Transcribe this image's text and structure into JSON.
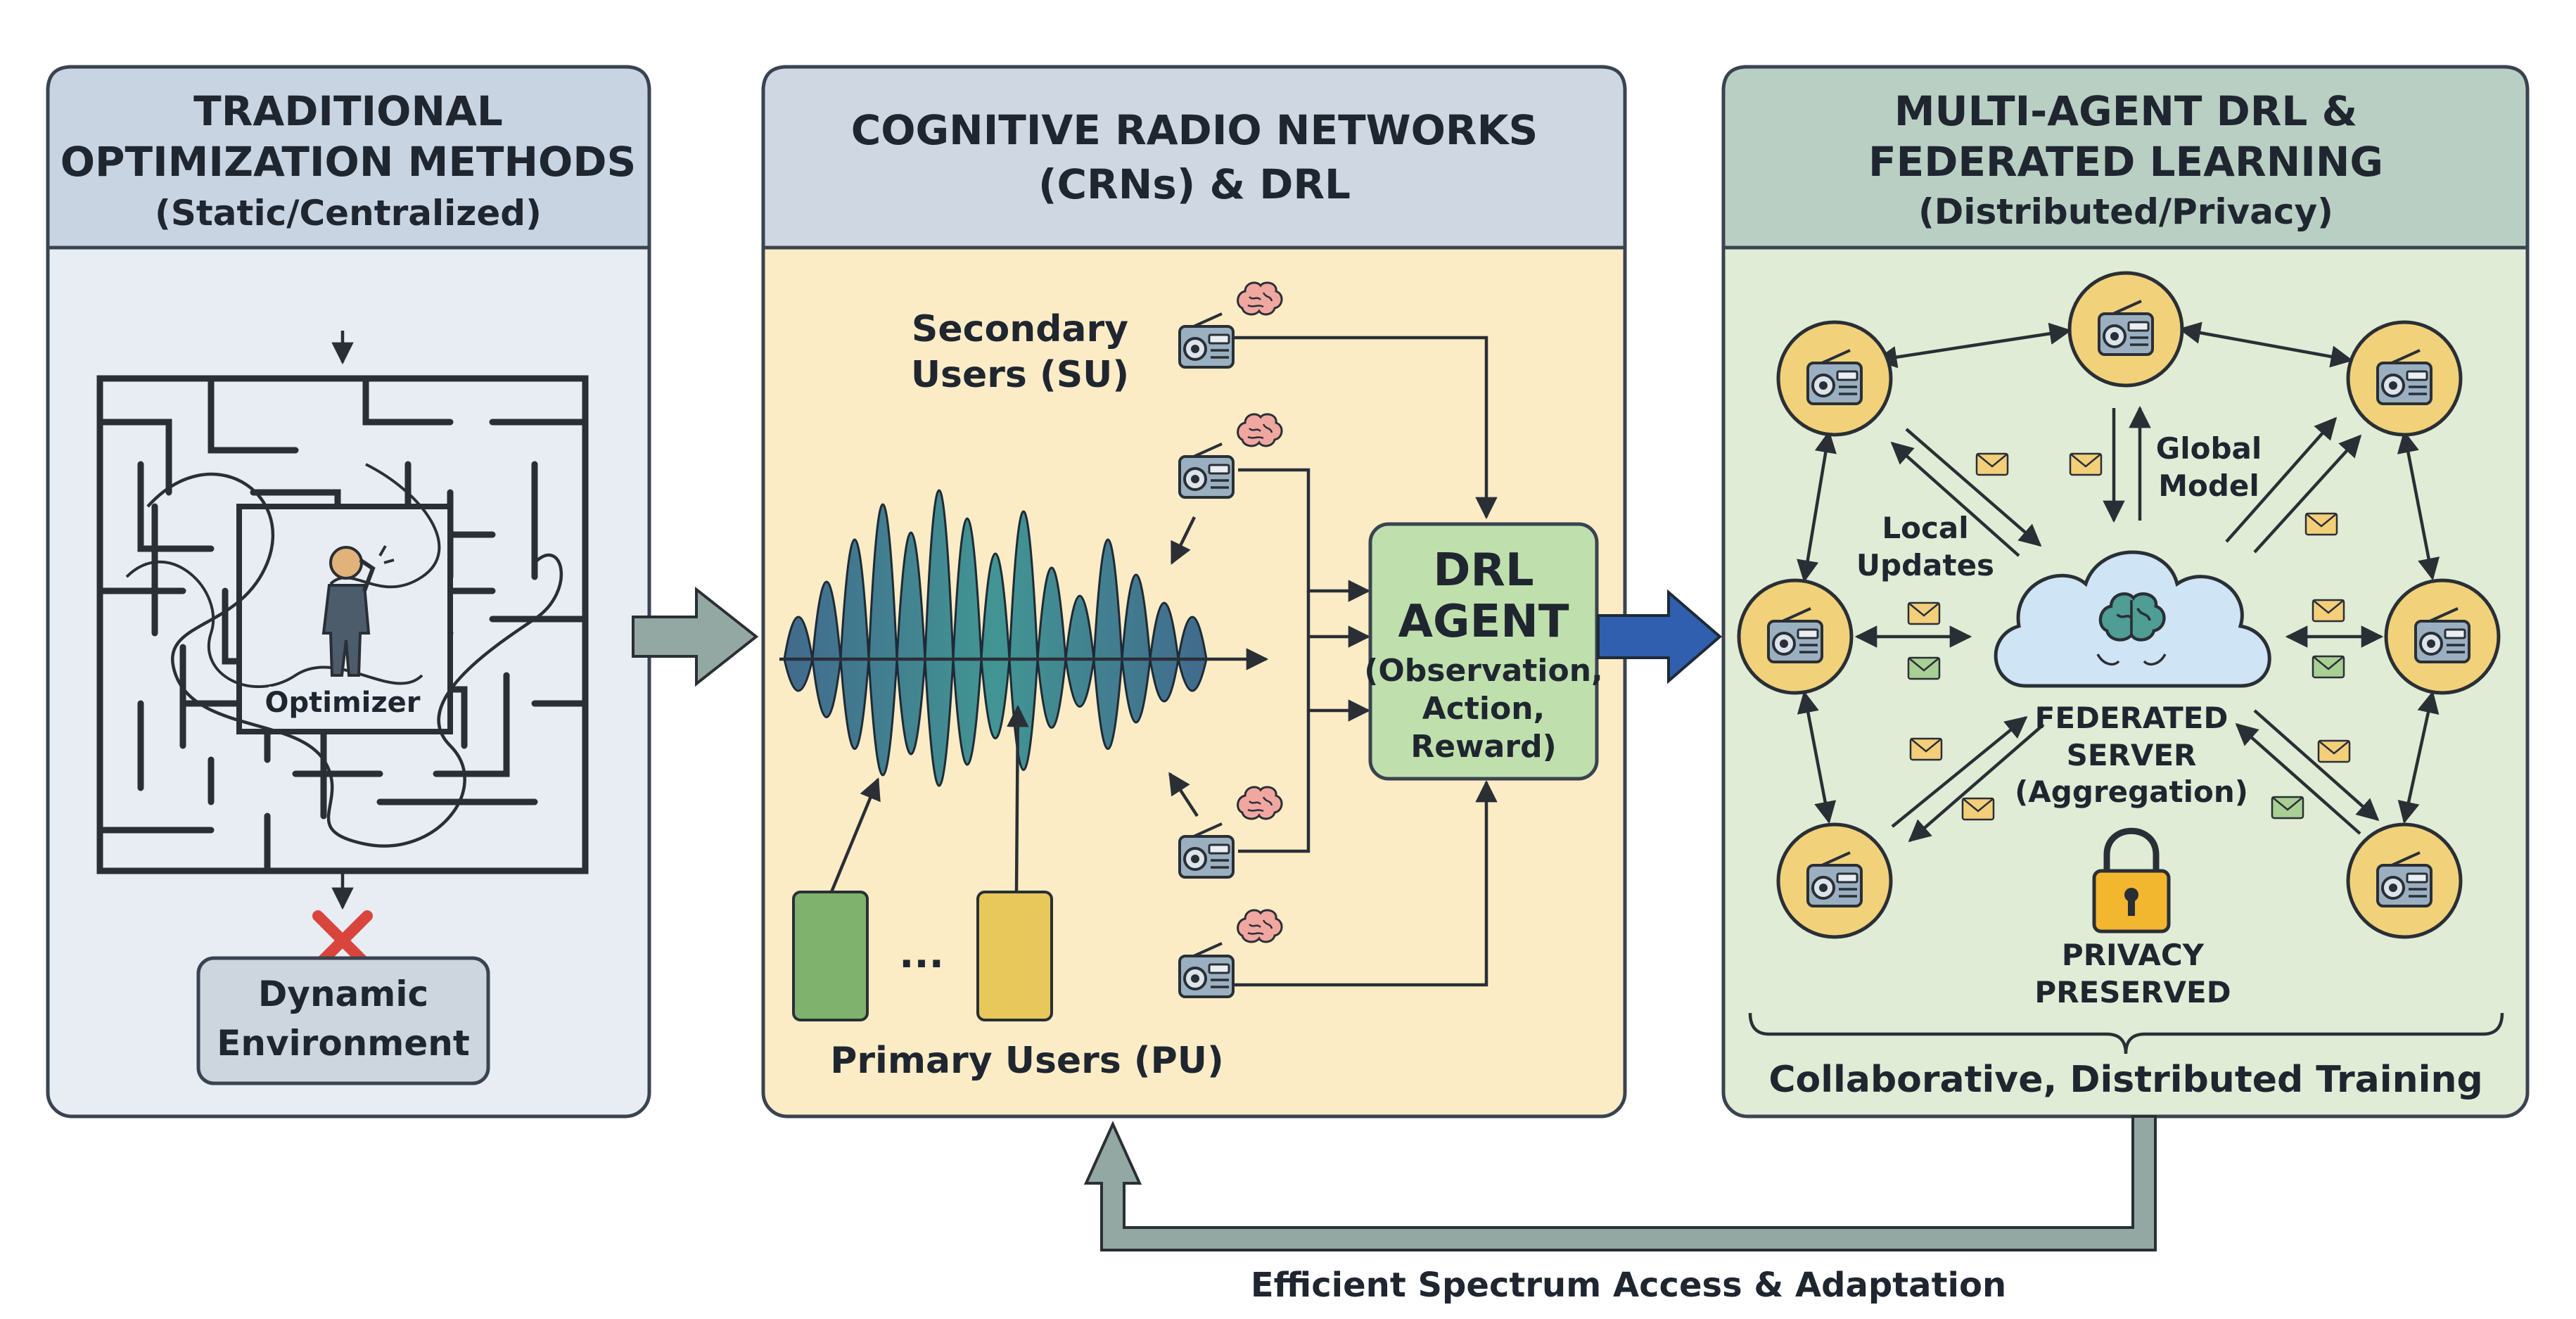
{
  "panels": {
    "left": {
      "title_lines": [
        "TRADITIONAL",
        "OPTIMIZATION METHODS",
        "(Static/Centralized)"
      ],
      "optimizer_label": "Optimizer",
      "env_lines": [
        "Dynamic",
        "Environment"
      ]
    },
    "middle": {
      "title_lines": [
        "COGNITIVE RADIO NETWORKS",
        "(CRNs) & DRL"
      ],
      "su_lines": [
        "Secondary",
        "Users (SU)"
      ],
      "pu_label": "Primary Users (PU)",
      "ellipsis": "...",
      "agent_lines": [
        "DRL",
        "AGENT",
        "(Observation,",
        "Action,",
        "Reward)"
      ]
    },
    "right": {
      "title_lines": [
        "MULTI-AGENT DRL &",
        "FEDERATED LEARNING",
        "(Distributed/Privacy)"
      ],
      "local_updates_lines": [
        "Local",
        "Updates"
      ],
      "global_model_lines": [
        "Global",
        "Model"
      ],
      "server_lines": [
        "FEDERATED",
        "SERVER",
        "(Aggregation)"
      ],
      "privacy_lines": [
        "PRIVACY",
        "PRESERVED"
      ],
      "footer": "Collaborative, Distributed Training"
    }
  },
  "feedback_label": "Efficient Spectrum Access & Adaptation",
  "colors": {
    "left_bg": "#e8edf4",
    "left_header": "#c9d4e2",
    "middle_bg": "#fbecc6",
    "middle_header": "#cfd8e2",
    "right_bg": "#e1ecd6",
    "right_header": "#b9cfc3",
    "agent_box": "#bfe0ad",
    "arrow_blue": "#2f5fae",
    "arrow_gray": "#93a8a3",
    "env_box": "#cdd5df",
    "radio_body": "#9ab0c0",
    "device_ring": "#f1d27a",
    "cloud": "#cfe4f5",
    "envelope": "#f3cf7a",
    "envelope_green": "#a8cf94",
    "lock": "#f2b62f",
    "x_red": "#d9453d",
    "person": "#e2b27b",
    "pu_green": "#7fb26c",
    "pu_yellow": "#e8c85a"
  }
}
